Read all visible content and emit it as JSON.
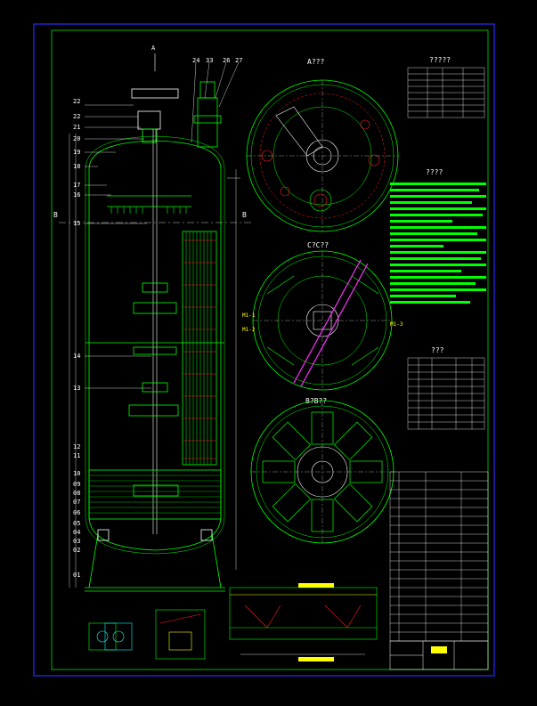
{
  "colors": {
    "background": "#000000",
    "outer_frame": "#2a2aff",
    "inner_frame": "#00e000",
    "green": "#00ff00",
    "yellow": "#ffff00",
    "red": "#ff2020",
    "magenta": "#ff30ff",
    "white": "#ffffff",
    "cyan": "#00ffff"
  },
  "view_labels": {
    "a_arrow": "A",
    "view_a": "A???",
    "view_c": "C?C??",
    "view_b": "B?B??",
    "section_b_left": "B",
    "section_b_right": "B",
    "tech_req": "????",
    "table_top": "?????",
    "table_mid": "???"
  },
  "part_numbers": {
    "right_top": [
      "24",
      "33",
      "26",
      "27"
    ],
    "left_upper": [
      "22",
      "22",
      "21",
      "20",
      "19",
      "18",
      "17",
      "16",
      "15"
    ],
    "left_lower": [
      "14",
      "13",
      "12",
      "11",
      "10",
      "09",
      "08",
      "07",
      "06",
      "05",
      "04",
      "03",
      "02",
      "01"
    ]
  },
  "nozzle_labels": [
    "M1-1",
    "M1-2",
    "M1-3"
  ]
}
